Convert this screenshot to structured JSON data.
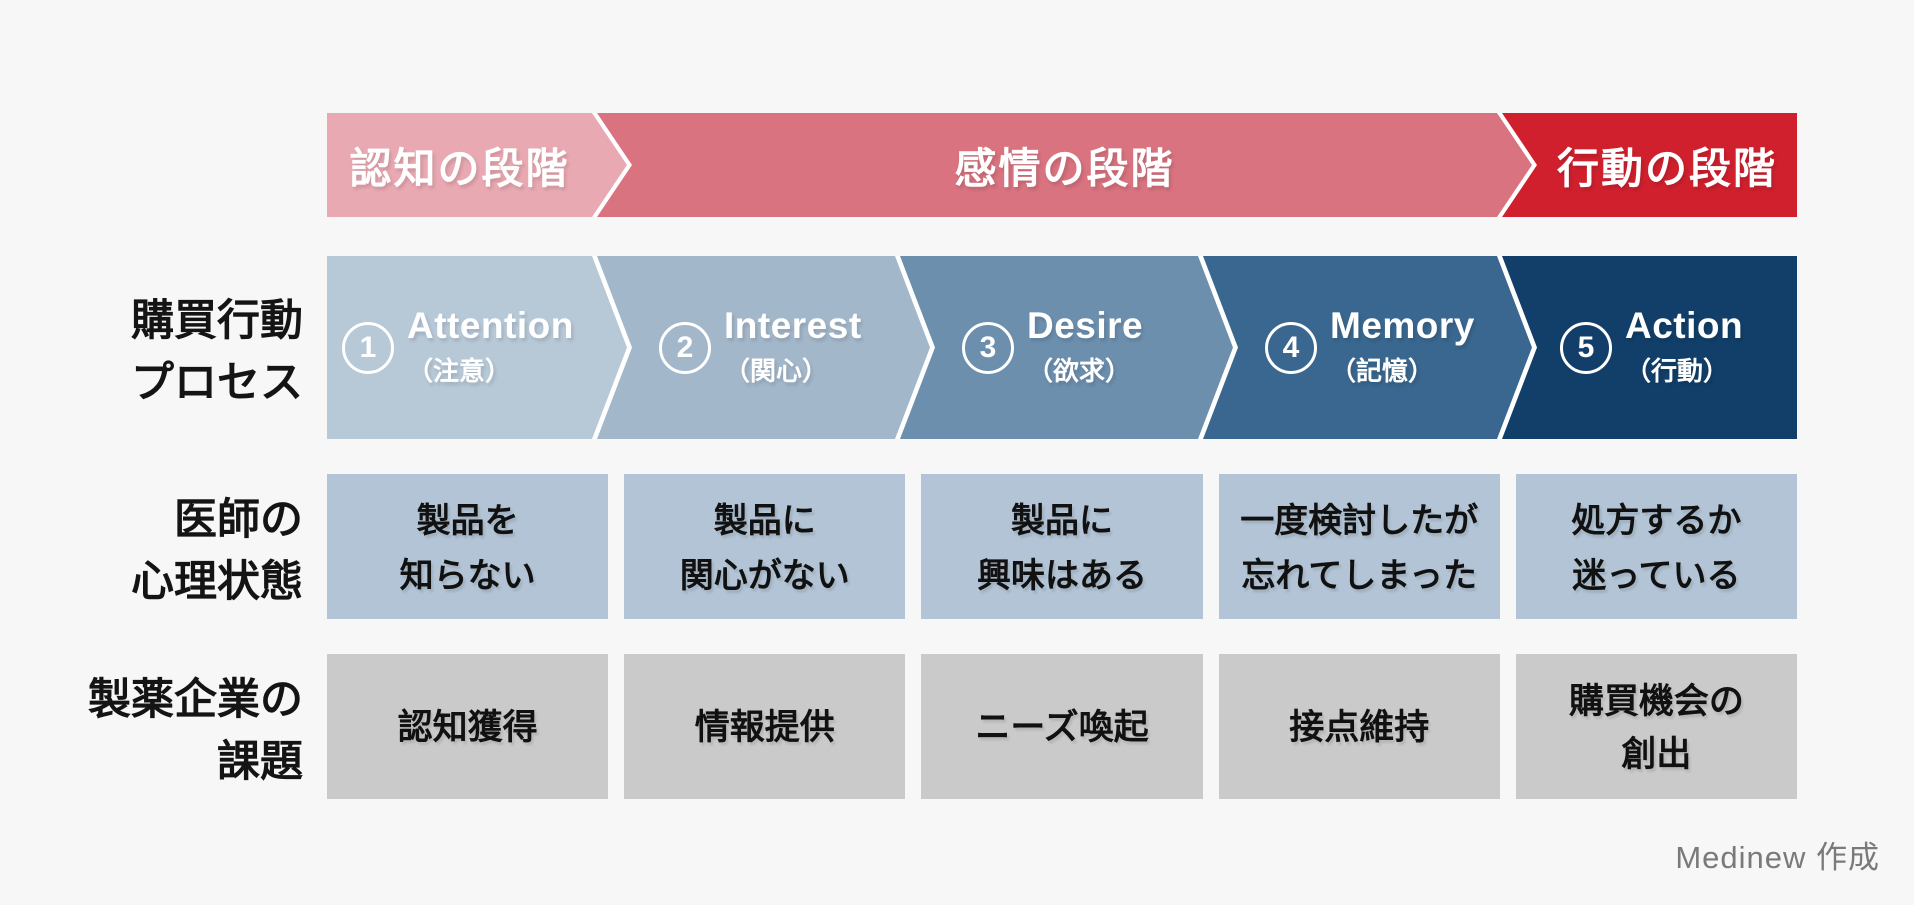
{
  "bands": [
    {
      "label": "認知の段階",
      "color": "#e9a9b2"
    },
    {
      "label": "感情の段階",
      "color": "#d8737f"
    },
    {
      "label": "行動の段階",
      "color": "#d0202e"
    }
  ],
  "process": {
    "row_label": "購買行動\nプロセス",
    "steps": [
      {
        "num": "1",
        "name": "Attention",
        "kana": "（注意）",
        "color": "#b7c8d7"
      },
      {
        "num": "2",
        "name": "Interest",
        "kana": "（関心）",
        "color": "#a3b7ca"
      },
      {
        "num": "3",
        "name": "Desire",
        "kana": "（欲求）",
        "color": "#6c8fae"
      },
      {
        "num": "4",
        "name": "Memory",
        "kana": "（記憶）",
        "color": "#3a678f"
      },
      {
        "num": "5",
        "name": "Action",
        "kana": "（行動）",
        "color": "#113f69"
      }
    ]
  },
  "doctor": {
    "row_label": "医師の\n心理状態",
    "cell_color": "#b2c4d5",
    "cells": [
      "製品を\n知らない",
      "製品に\n関心がない",
      "製品に\n興味はある",
      "一度検討したが\n忘れてしまった",
      "処方するか\n迷っている"
    ]
  },
  "company": {
    "row_label": "製薬企業の\n課題",
    "cell_color": "#cacaca",
    "cells": [
      "認知獲得",
      "情報提供",
      "ニーズ喚起",
      "接点維持",
      "購買機会の\n創出"
    ]
  },
  "credit": "Medinew 作成"
}
